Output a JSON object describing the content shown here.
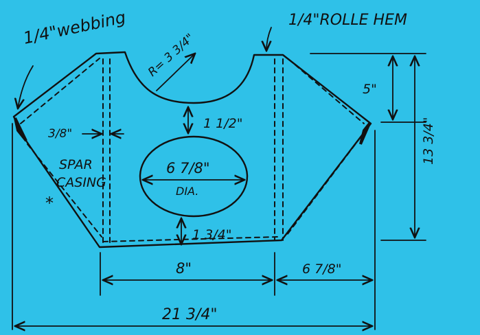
{
  "labels": {
    "webbing": "1/4\"webbing",
    "rolle_hem": "1/4\"ROLLE HEM",
    "radius": "R= 3 3/4\"",
    "neck_drop": "1 1/2\"",
    "hole_diameter": "6 7/8\"",
    "hole_dia_abbr": "DIA.",
    "bottom_gap": "1 3/4\"",
    "shoulder_drop": "5\"",
    "total_height": "13 3/4\"",
    "spar_width": "3/8\"",
    "spar_casing_line1": "SPAR",
    "spar_casing_line2": "CASING",
    "asterisk": "*",
    "center_width": "8\"",
    "wing_width": "6 7/8\"",
    "total_width": "21 3/4\""
  },
  "colors": {
    "background": "#2fc1e8",
    "ink": "#111111"
  }
}
